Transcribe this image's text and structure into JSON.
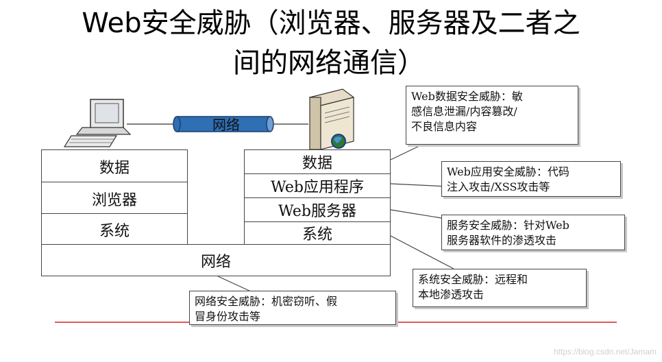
{
  "title_line1": "Web安全威胁（浏览器、服务器及二者之",
  "title_line2": "间的网络通信）",
  "network_pipe_label": "网络",
  "client_stack": [
    "数据",
    "浏览器",
    "系统"
  ],
  "server_stack": [
    "数据",
    "Web应用程序",
    "Web服务器",
    "系统"
  ],
  "network_layer": "网络",
  "callouts": {
    "data": [
      "Web数据安全威胁：敏",
      "感信息泄漏/内容篡改/",
      "不良信息内容"
    ],
    "app": [
      "Web应用安全威胁：代码",
      "注入攻击/XSS攻击等"
    ],
    "server": [
      "服务安全威胁：针对Web",
      "服务器软件的渗透攻击"
    ],
    "system": [
      "系统安全威胁：远程和",
      "本地渗透攻击"
    ],
    "network": [
      "网络安全威胁：机密窃听、假",
      "冒身份攻击等"
    ]
  },
  "watermark": "https://blog.csdn.net/Jamam",
  "colors": {
    "pipe": "#2f6fb3",
    "divider": "#d62020"
  }
}
